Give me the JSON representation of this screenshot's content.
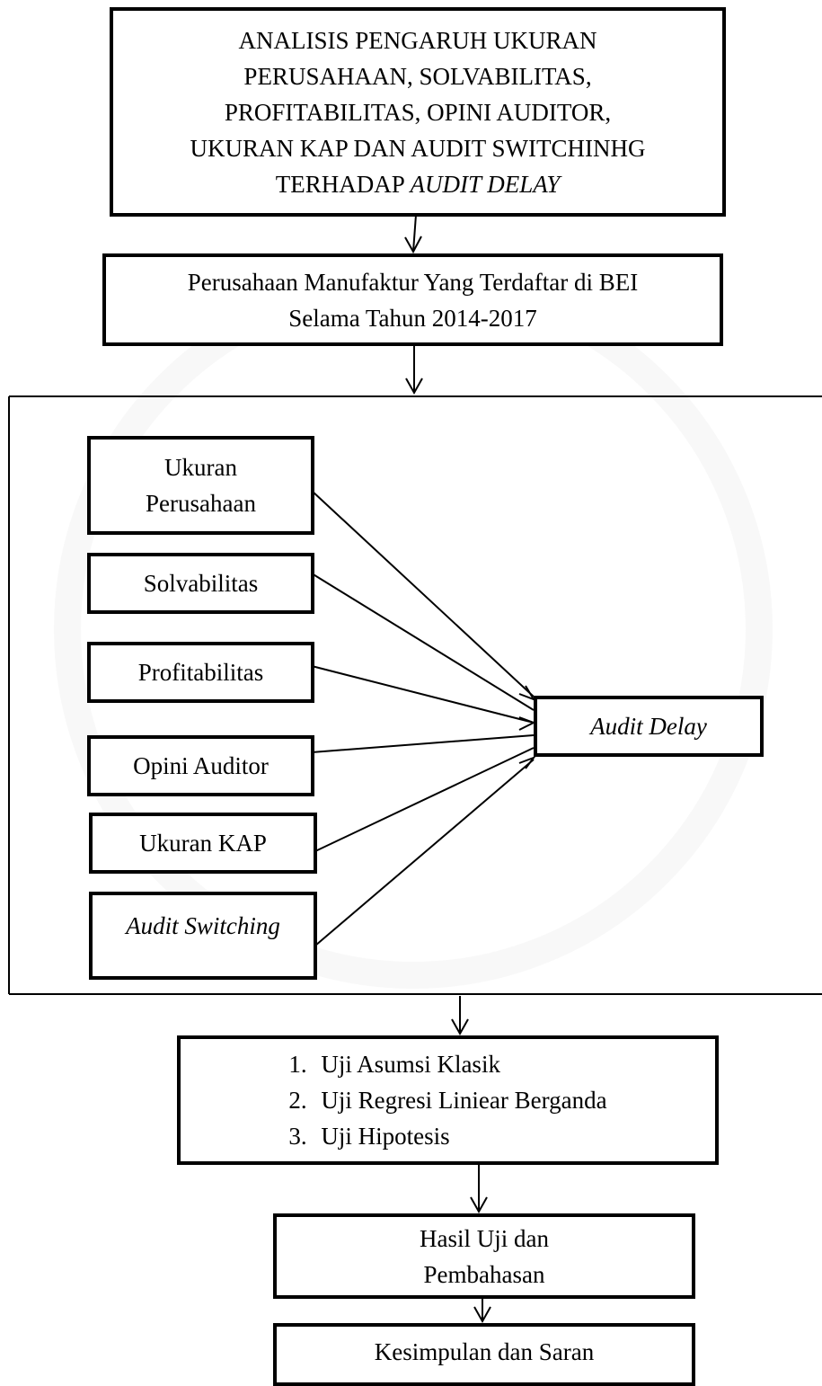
{
  "title_box": {
    "lines": [
      "ANALISIS PENGARUH UKURAN",
      "PERUSAHAAN, SOLVABILITAS,",
      "PROFITABILITAS, OPINI AUDITOR,",
      "UKURAN KAP DAN AUDIT SWITCHINHG"
    ],
    "last_line_plain": "TERHADAP ",
    "last_line_italic": "AUDIT DELAY"
  },
  "population_box": {
    "line1": "Perusahaan Manufaktur Yang Terdaftar di BEI",
    "line2": "Selama Tahun 2014-2017"
  },
  "variables": {
    "ukuran_perusahaan": {
      "line1": "Ukuran",
      "line2": "Perusahaan"
    },
    "solvabilitas": "Solvabilitas",
    "profitabilitas": "Profitabilitas",
    "opini_auditor": "Opini Auditor",
    "ukuran_kap": "Ukuran KAP",
    "audit_switching": "Audit Switching"
  },
  "dependent": "Audit Delay",
  "analysis_box": {
    "items": [
      {
        "num": "1.",
        "text": "Uji Asumsi Klasik"
      },
      {
        "num": "2.",
        "text": "Uji Regresi Liniear Berganda"
      },
      {
        "num": "3.",
        "text": "Uji Hipotesis"
      }
    ]
  },
  "results_box": {
    "line1": "Hasil Uji dan",
    "line2": "Pembahasan"
  },
  "conclusion_box": "Kesimpulan dan Saran"
}
